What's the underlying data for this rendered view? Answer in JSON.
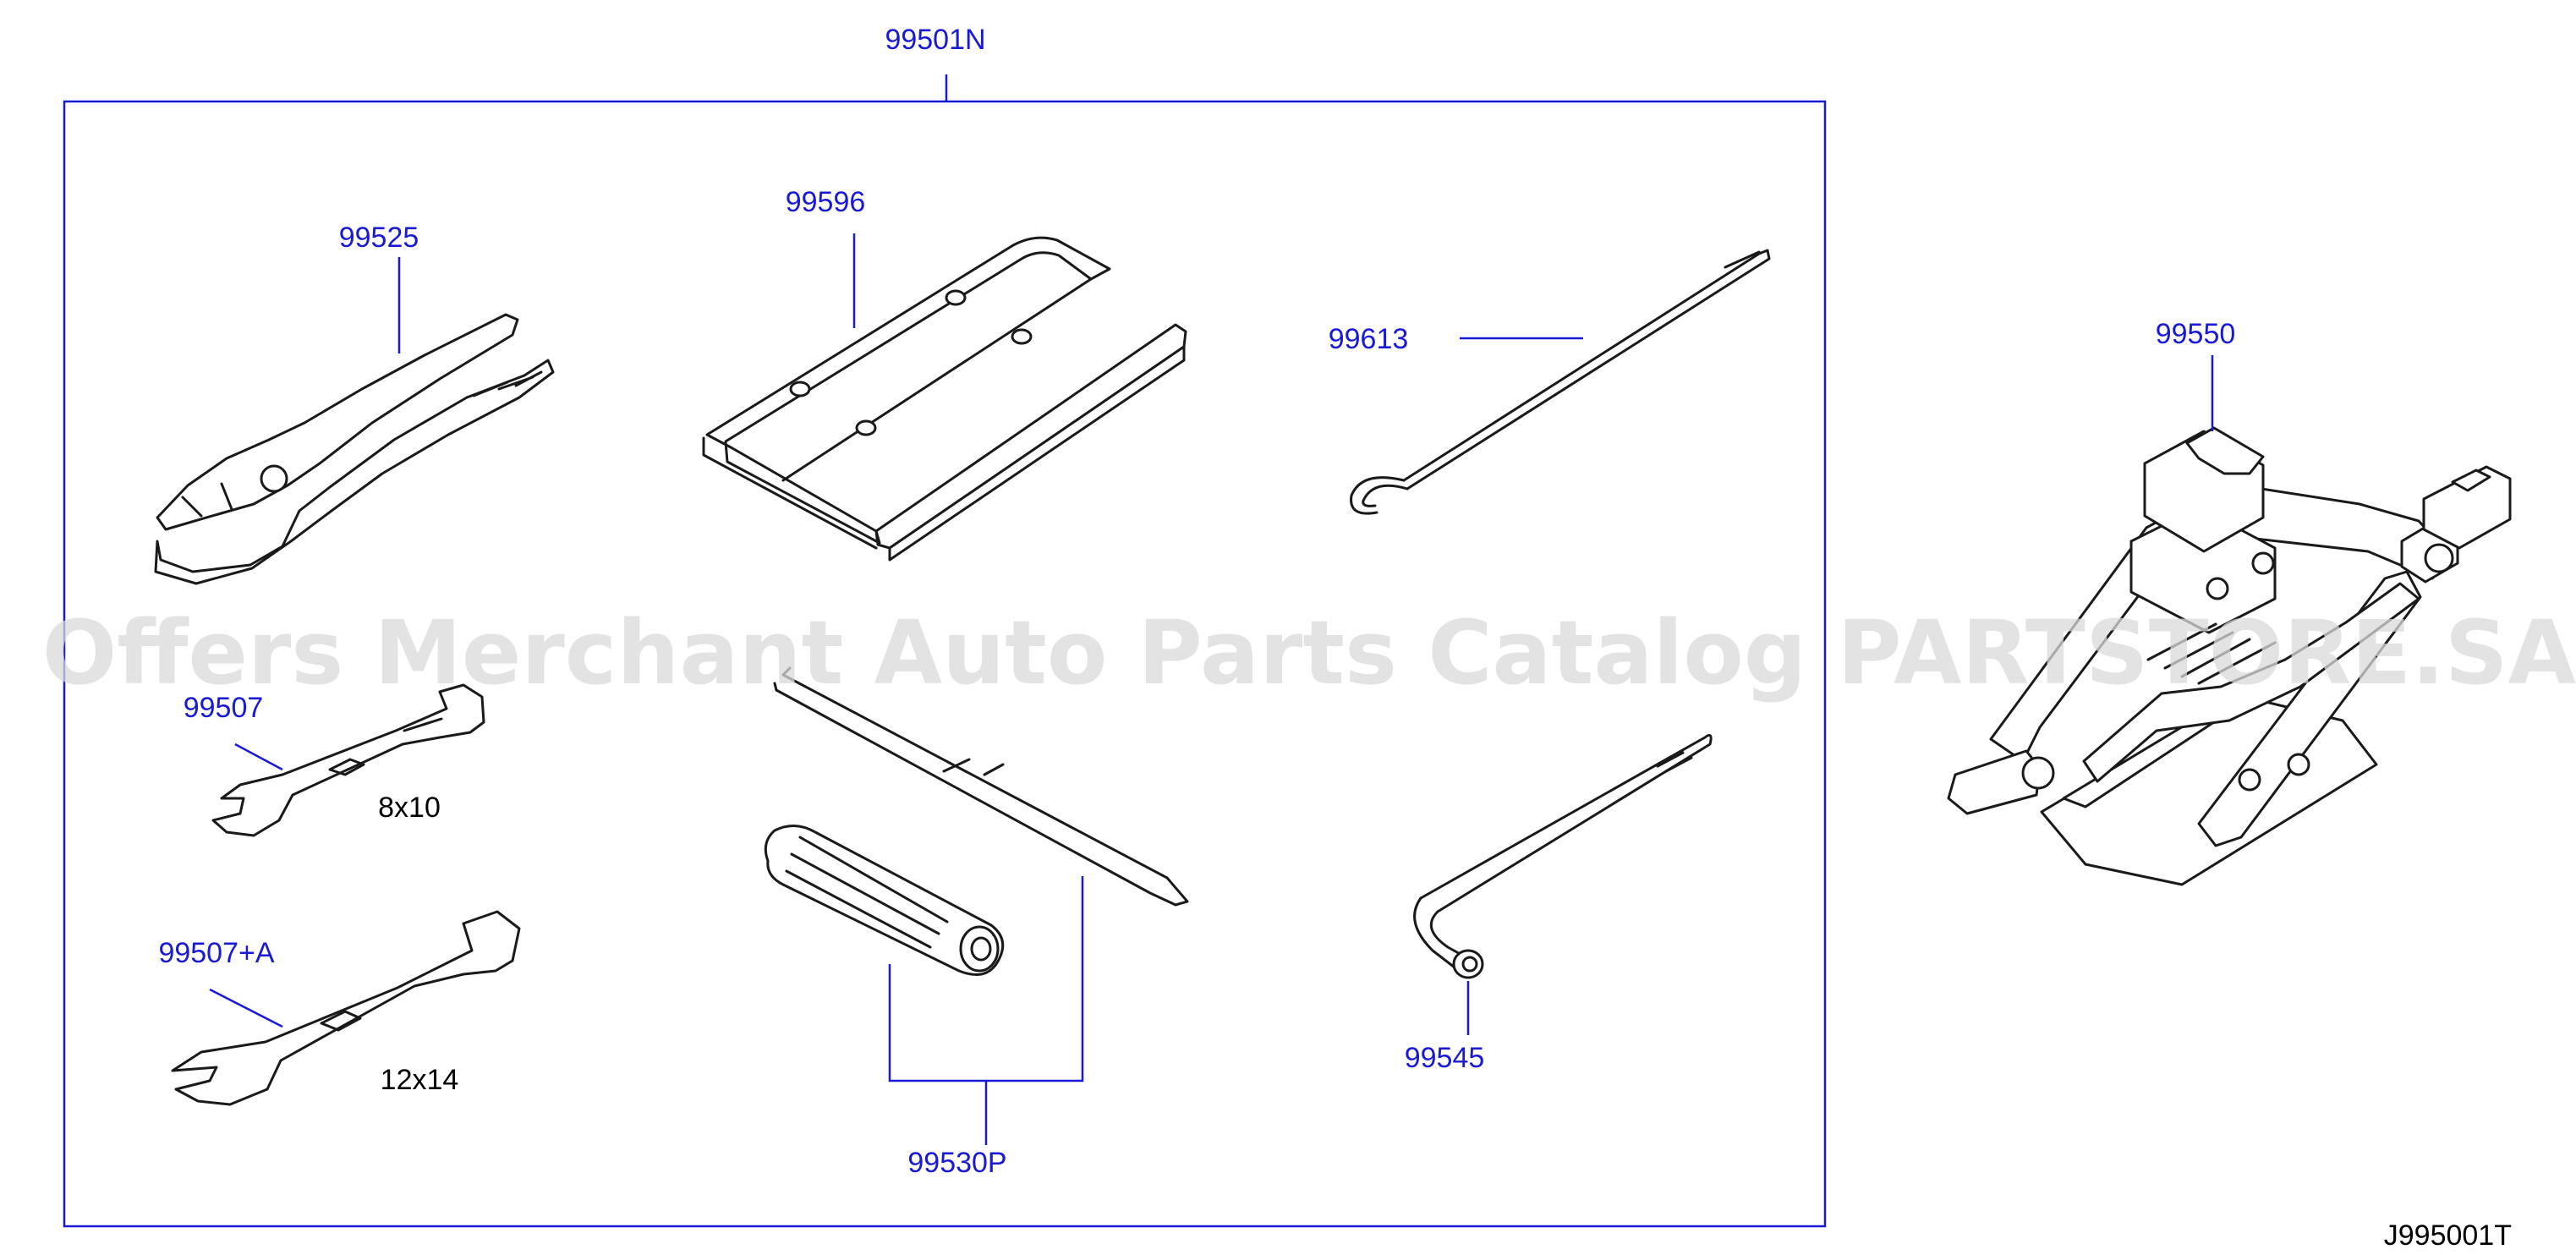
{
  "assembly_label": "99501N",
  "parts": {
    "pliers": "99525",
    "tray": "99596",
    "hook_rod": "99613",
    "jack": "99550",
    "wrench_small": "99507",
    "wrench_small_size": "8x10",
    "wrench_large": "99507+A",
    "wrench_large_size": "12x14",
    "screwdriver": "99530P",
    "lug_wrench": "99545"
  },
  "diagram_code": "J995001T",
  "watermark": "Offers Merchant Auto Parts Catalog PARTSTORE.SA",
  "colors": {
    "label": "#1a1ad6",
    "leader": "#1a1ad6",
    "drawing": "#1a1a1a",
    "watermark": "#d9d9d9"
  }
}
